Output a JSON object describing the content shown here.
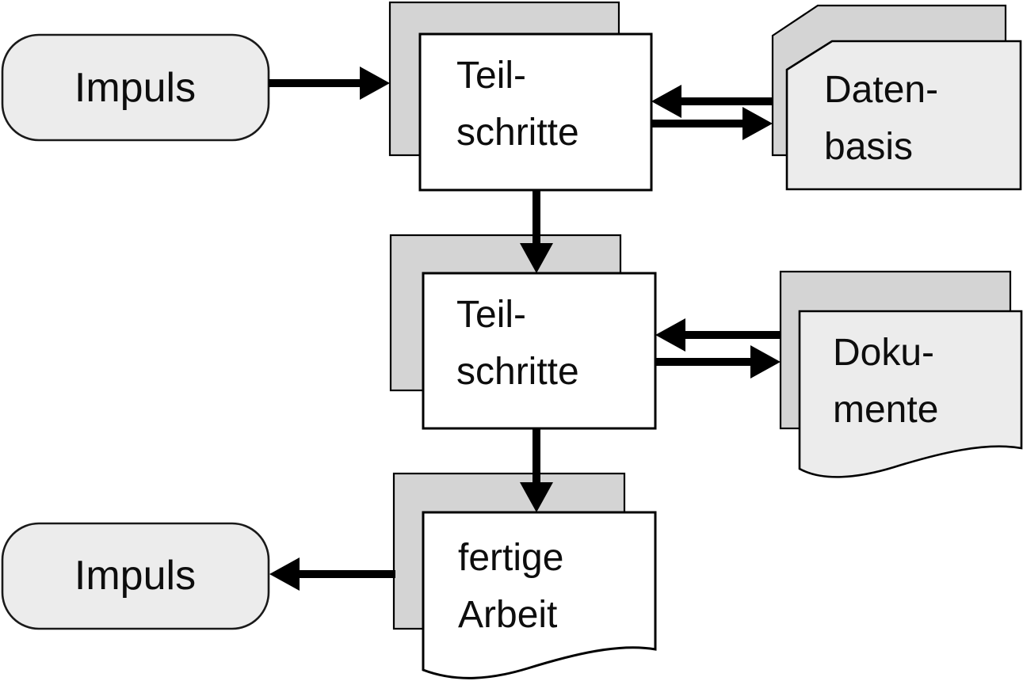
{
  "diagram": {
    "language": "de",
    "nodes": {
      "impuls_top": {
        "label": "Impuls",
        "shape": "rounded-rect"
      },
      "teilschritte_top": {
        "label": "Teil-\nschritte",
        "shape": "stacked-rects"
      },
      "datenbasis": {
        "label": "Daten-\nbasis",
        "shape": "stacked-cards-clipped-corner"
      },
      "teilschritte_mid": {
        "label": "Teil-\nschritte",
        "shape": "stacked-rects"
      },
      "dokumente": {
        "label": "Doku-\nmente",
        "shape": "stacked-documents-wavy"
      },
      "fertige_arbeit": {
        "label": "fertige\nArbeit",
        "shape": "stacked-documents-wavy"
      },
      "impuls_bottom": {
        "label": "Impuls",
        "shape": "rounded-rect"
      }
    },
    "edges": [
      {
        "from": "impuls_top",
        "to": "teilschritte_top",
        "direction": "right"
      },
      {
        "from": "datenbasis",
        "to": "teilschritte_top",
        "direction": "left"
      },
      {
        "from": "teilschritte_top",
        "to": "datenbasis",
        "direction": "right"
      },
      {
        "from": "teilschritte_top",
        "to": "teilschritte_mid",
        "direction": "down"
      },
      {
        "from": "dokumente",
        "to": "teilschritte_mid",
        "direction": "left"
      },
      {
        "from": "teilschritte_mid",
        "to": "dokumente",
        "direction": "right"
      },
      {
        "from": "teilschritte_mid",
        "to": "fertige_arbeit",
        "direction": "down"
      },
      {
        "from": "fertige_arbeit",
        "to": "impuls_bottom",
        "direction": "left"
      }
    ],
    "colors": {
      "background": "#ffffff",
      "back_card_fill": "#d4d4d4",
      "front_card_fill": "#ffffff",
      "light_fill": "#ececec",
      "stroke": "#000000",
      "arrow": "#000000",
      "text": "#0d0d0d"
    }
  }
}
